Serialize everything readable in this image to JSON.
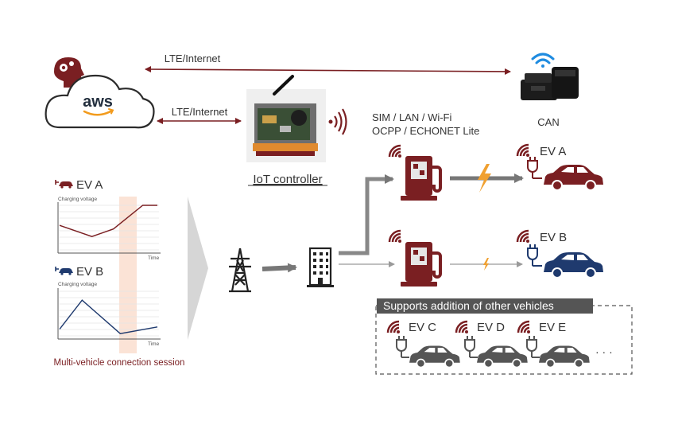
{
  "links": {
    "top": "LTE/Internet",
    "middle": "LTE/Internet"
  },
  "cloud": {
    "label": "aws"
  },
  "iot": {
    "label": "IoT controller"
  },
  "charger_protocols": {
    "line1": "SIM / LAN / Wi-Fi",
    "line2": "OCPP / ECHONET Lite"
  },
  "can": {
    "label": "CAN"
  },
  "vehicles": {
    "ev_a": "EV A",
    "ev_b": "EV B",
    "ev_c": "EV C",
    "ev_d": "EV D",
    "ev_e": "EV E",
    "more": "· · ·"
  },
  "supports_banner": "Supports addition of other vehicles",
  "charts": {
    "ev_a_title": "EV A",
    "ev_b_title": "EV B",
    "ylabel_a": "Charging voltage",
    "ylabel_b": "Charging voltage",
    "xlabel_a": "Time",
    "xlabel_b": "Time",
    "caption": "Multi-vehicle connection session"
  },
  "colors": {
    "maroon": "#7a1f22",
    "navy": "#1f3a6e",
    "gray": "#555555",
    "bolt": "#f0a030",
    "highlight": "#fbe3d6"
  },
  "chart_data": [
    {
      "type": "line",
      "title": "EV A",
      "ylabel": "Charging voltage",
      "xlabel": "Time",
      "series": [
        {
          "points": [
            [
              0,
              0.55
            ],
            [
              0.33,
              0.3
            ],
            [
              0.55,
              0.47
            ],
            [
              0.85,
              1.0
            ],
            [
              1.0,
              1.0
            ]
          ]
        }
      ]
    },
    {
      "type": "line",
      "title": "EV B",
      "ylabel": "Charging voltage",
      "xlabel": "Time",
      "series": [
        {
          "points": [
            [
              0,
              0.15
            ],
            [
              0.23,
              0.8
            ],
            [
              0.62,
              0.05
            ],
            [
              1.0,
              0.2
            ]
          ]
        }
      ]
    }
  ]
}
